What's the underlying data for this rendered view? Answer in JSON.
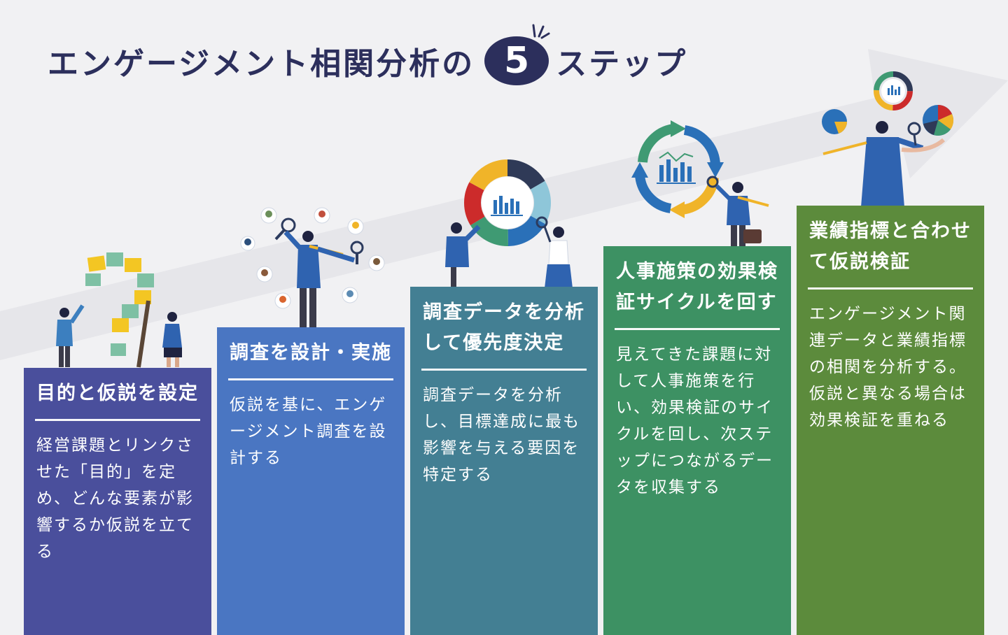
{
  "title": {
    "before": "エンゲージメント相関分析の",
    "number": "5",
    "after": "ステップ"
  },
  "steps": [
    {
      "heading": "目的と仮説を設定",
      "body": "経営課題とリンクさせた「目的」を定め、どんな要素が影響するか仮説を立てる",
      "color": "#4a4f9c"
    },
    {
      "heading": "調査を設計・実施",
      "body": "仮説を基に、エンゲージメント調査を設計する",
      "color": "#4a76c2"
    },
    {
      "heading": "調査データを分析して優先度決定",
      "body": "調査データを分析し、目標達成に最も影響を与える要因を特定する",
      "color": "#437f93"
    },
    {
      "heading": "人事施策の効果検証サイクルを回す",
      "body": "見えてきた課題に対して人事施策を行い、効果検証のサイクルを回し、次ステップにつながるデータを収集する",
      "color": "#3d9163"
    },
    {
      "heading": "業績指標と合わせて仮説検証",
      "body": "エンゲージメント関連データと業績指標の相関を分析する。仮説と異なる場合は効果検証を重ねる",
      "color": "#5c8b3c"
    }
  ],
  "icons": [
    "question-mark-sticky-notes-icon",
    "magnifier-people-icon",
    "donut-chart-icon",
    "cycle-arrows-icon",
    "pie-charts-icon"
  ]
}
